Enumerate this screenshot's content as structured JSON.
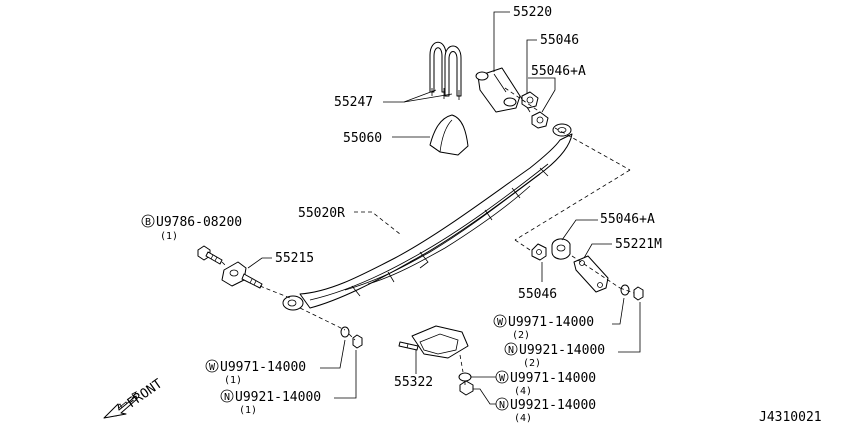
{
  "labels": {
    "p55220": "55220",
    "p55046_top": "55046",
    "p55046a_top": "55046+A",
    "p55247": "55247",
    "p55060": "55060",
    "p55020r": "55020R",
    "p55046a_mid": "55046+A",
    "p55221m": "55221M",
    "p55215": "55215",
    "p55046_mid": "55046",
    "p55322": "55322",
    "bolt_u9786": "U9786-08200",
    "bolt_u9786_qty": "(1)",
    "washer_left": "U9971-14000",
    "washer_left_qty": "(1)",
    "nut_left": "U9921-14000",
    "nut_left_qty": "(1)",
    "washer_right": "U9971-14000",
    "washer_right_qty": "(2)",
    "nut_right": "U9921-14000",
    "nut_right_qty": "(2)",
    "washer_bottom": "U9971-14000",
    "washer_bottom_qty": "(4)",
    "nut_bottom": "U9921-14000",
    "nut_bottom_qty": "(4)",
    "front": "FRONT",
    "drawing_id": "J4310021"
  },
  "symbols": {
    "bolt": "B",
    "washer": "W",
    "nut": "N"
  },
  "icons": {
    "front_arrow": "front-arrow-icon"
  }
}
